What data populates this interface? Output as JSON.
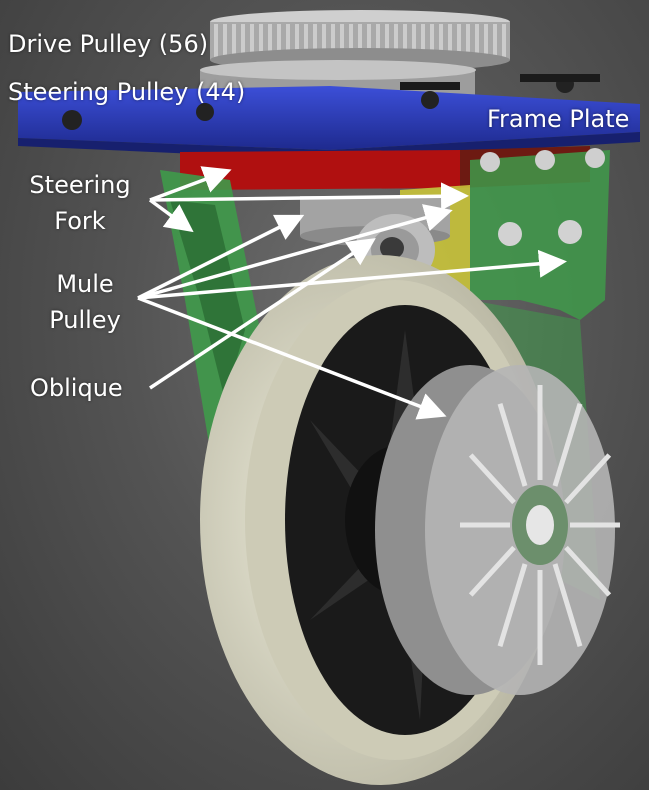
{
  "labels": {
    "drive_pulley": "Drive Pulley (56)",
    "steering_pulley": "Steering Pulley (44)",
    "frame_plate": "Frame Plate",
    "steering_fork_line1": "Steering",
    "steering_fork_line2": "Fork",
    "mule_pulley_line1": "Mule",
    "mule_pulley_line2": "Pulley",
    "oblique": "Oblique"
  },
  "colors": {
    "frame_plate": "#2f3fbf",
    "steering_fork_top": "#b01010",
    "fork_green": "#3f9a4a",
    "mule_block_yellow": "#c9c33a",
    "wheel_tire": "#d9d8c4",
    "wheel_hub": "#1a1a1a",
    "pulley_grey": "#b9b9b9",
    "arrow": "#ffffff"
  }
}
